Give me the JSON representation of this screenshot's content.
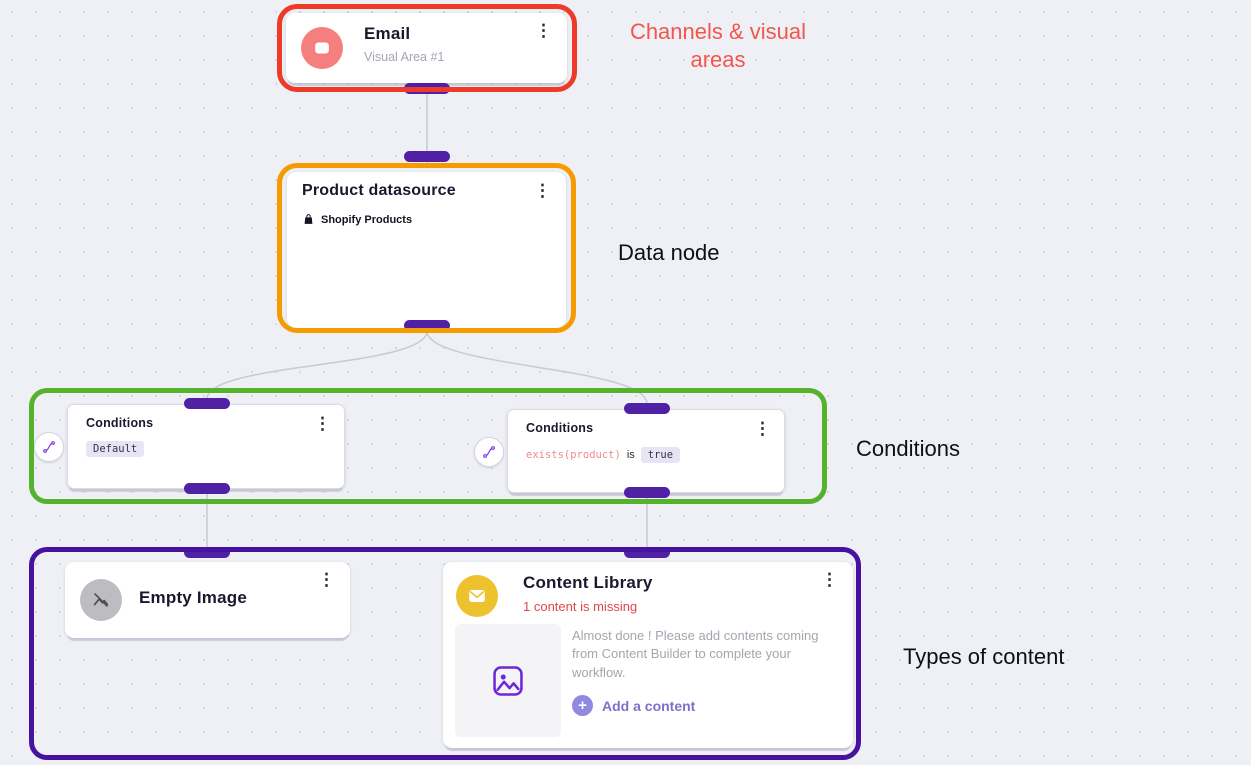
{
  "colors": {
    "background": "#eef0f6",
    "channels_outline": "#ee3a28",
    "datasource_outline": "#f59b00",
    "conditions_outline": "#54b22c",
    "content_outline": "#47129f",
    "connector_port": "#5021a5",
    "connector_line": "#c7c9d5",
    "channels_label": "#f3564a",
    "warning": "#e0474d",
    "email_icon": "#f57f7f",
    "empty_image_icon": "#bdbdc1",
    "library_icon": "#eec22e",
    "action": "#7b72c8"
  },
  "icons": {
    "kebab": "⋮",
    "plus": "+"
  },
  "side_labels": {
    "channels": "Channels & visual areas",
    "data_node": "Data node",
    "conditions": "Conditions",
    "types_of_content": "Types of content"
  },
  "nodes": {
    "email": {
      "title": "Email",
      "subtitle": "Visual Area #1"
    },
    "datasource": {
      "title": "Product datasource",
      "source": "Shopify Products"
    },
    "condition_left": {
      "title": "Conditions",
      "badge": "Default"
    },
    "condition_right": {
      "title": "Conditions",
      "expression": "exists(product)",
      "operator": "is",
      "value": "true"
    },
    "empty_image": {
      "title": "Empty Image"
    },
    "content_library": {
      "title": "Content Library",
      "warning": "1 content is missing",
      "description": "Almost done ! Please add contents coming from Content Builder to complete your workflow.",
      "action": "Add a content"
    }
  }
}
